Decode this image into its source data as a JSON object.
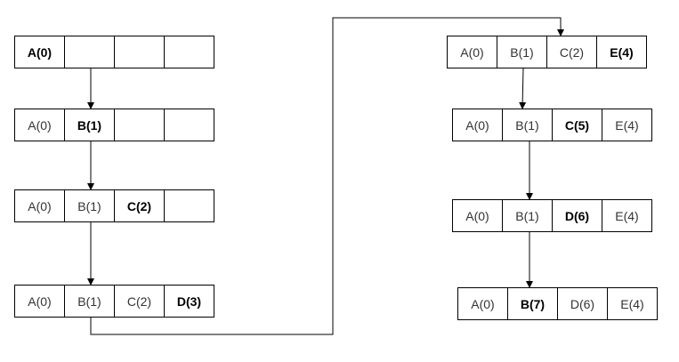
{
  "rows": [
    {
      "cells": [
        {
          "label": "A(0)",
          "bold": true
        },
        {
          "label": "",
          "bold": false
        },
        {
          "label": "",
          "bold": false
        },
        {
          "label": "",
          "bold": false
        }
      ]
    },
    {
      "cells": [
        {
          "label": "A(0)",
          "bold": false
        },
        {
          "label": "B(1)",
          "bold": true
        },
        {
          "label": "",
          "bold": false
        },
        {
          "label": "",
          "bold": false
        }
      ]
    },
    {
      "cells": [
        {
          "label": "A(0)",
          "bold": false
        },
        {
          "label": "B(1)",
          "bold": false
        },
        {
          "label": "C(2)",
          "bold": true
        },
        {
          "label": "",
          "bold": false
        }
      ]
    },
    {
      "cells": [
        {
          "label": "A(0)",
          "bold": false
        },
        {
          "label": "B(1)",
          "bold": false
        },
        {
          "label": "C(2)",
          "bold": false
        },
        {
          "label": "D(3)",
          "bold": true
        }
      ]
    },
    {
      "cells": [
        {
          "label": "A(0)",
          "bold": false
        },
        {
          "label": "B(1)",
          "bold": false
        },
        {
          "label": "C(2)",
          "bold": false
        },
        {
          "label": "E(4)",
          "bold": true
        }
      ]
    },
    {
      "cells": [
        {
          "label": "A(0)",
          "bold": false
        },
        {
          "label": "B(1)",
          "bold": false
        },
        {
          "label": "C(5)",
          "bold": true
        },
        {
          "label": "E(4)",
          "bold": false
        }
      ]
    },
    {
      "cells": [
        {
          "label": "A(0)",
          "bold": false
        },
        {
          "label": "B(1)",
          "bold": false
        },
        {
          "label": "D(6)",
          "bold": true
        },
        {
          "label": "E(4)",
          "bold": false
        }
      ]
    },
    {
      "cells": [
        {
          "label": "A(0)",
          "bold": false
        },
        {
          "label": "B(7)",
          "bold": true
        },
        {
          "label": "D(6)",
          "bold": false
        },
        {
          "label": "E(4)",
          "bold": false
        }
      ]
    }
  ],
  "colors": {
    "line": "#000000",
    "border": "#000000",
    "text": "#333333",
    "highlight_text": "#000000"
  }
}
